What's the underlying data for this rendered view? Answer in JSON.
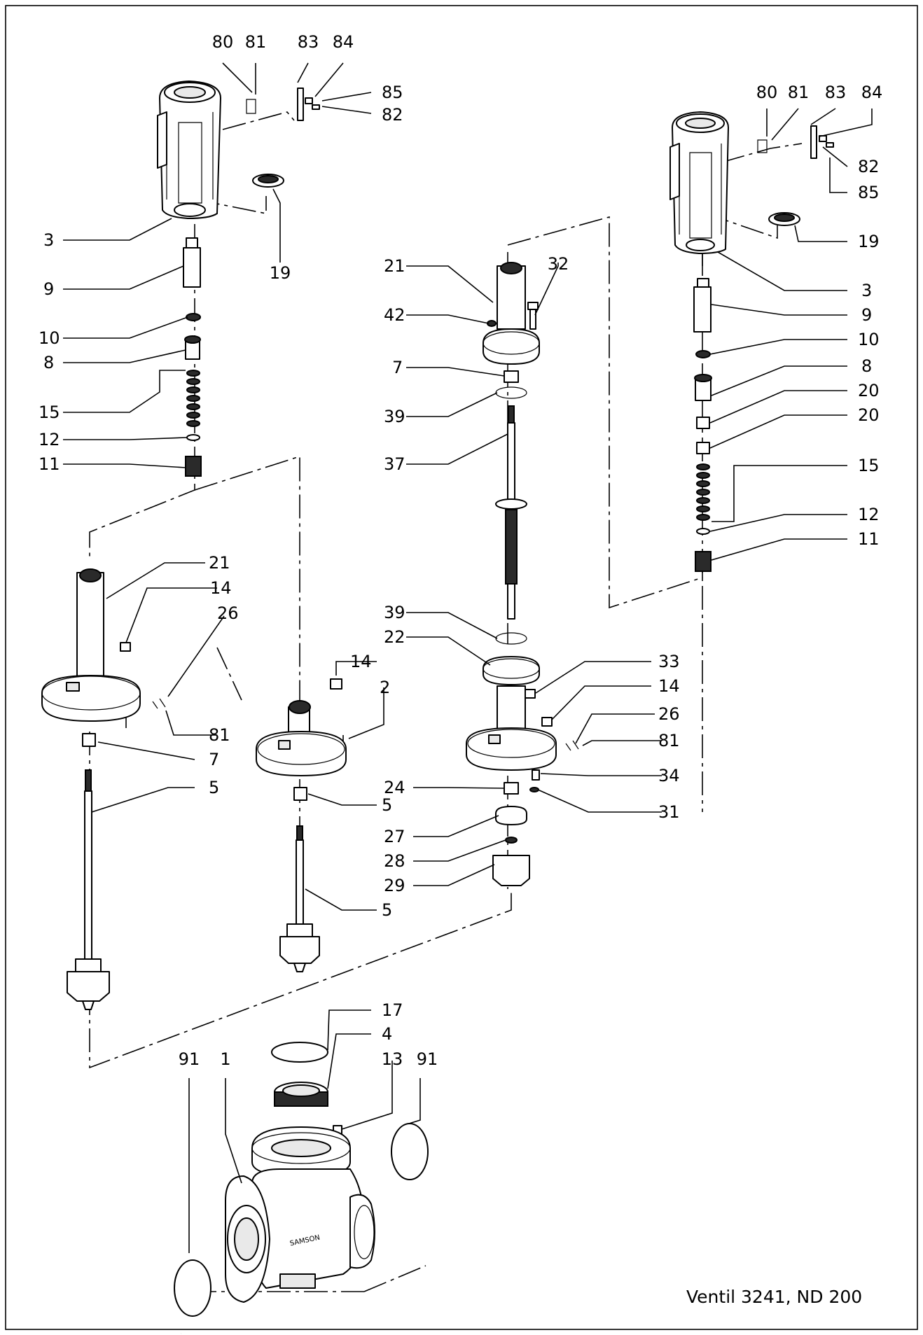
{
  "caption": "Ventil 3241, ND 200",
  "labels": {
    "l80": "80",
    "l81": "81",
    "l83": "83",
    "l84": "84",
    "l85": "85",
    "l82": "82",
    "l3": "3",
    "l19": "19",
    "l9": "9",
    "l10": "10",
    "l8": "8",
    "l15": "15",
    "l12": "12",
    "l11": "11",
    "l21": "21",
    "l14": "14",
    "l26": "26",
    "l7": "7",
    "l5": "5",
    "l2": "2",
    "l32": "32",
    "l42": "42",
    "l39": "39",
    "l37": "37",
    "l22": "22",
    "l33": "33",
    "l24": "24",
    "l27": "27",
    "l28": "28",
    "l29": "29",
    "l34": "34",
    "l31": "31",
    "l20": "20",
    "l17": "17",
    "l4": "4",
    "l13": "13",
    "l91": "91",
    "l1": "1"
  },
  "logo_text": "SAMSON"
}
